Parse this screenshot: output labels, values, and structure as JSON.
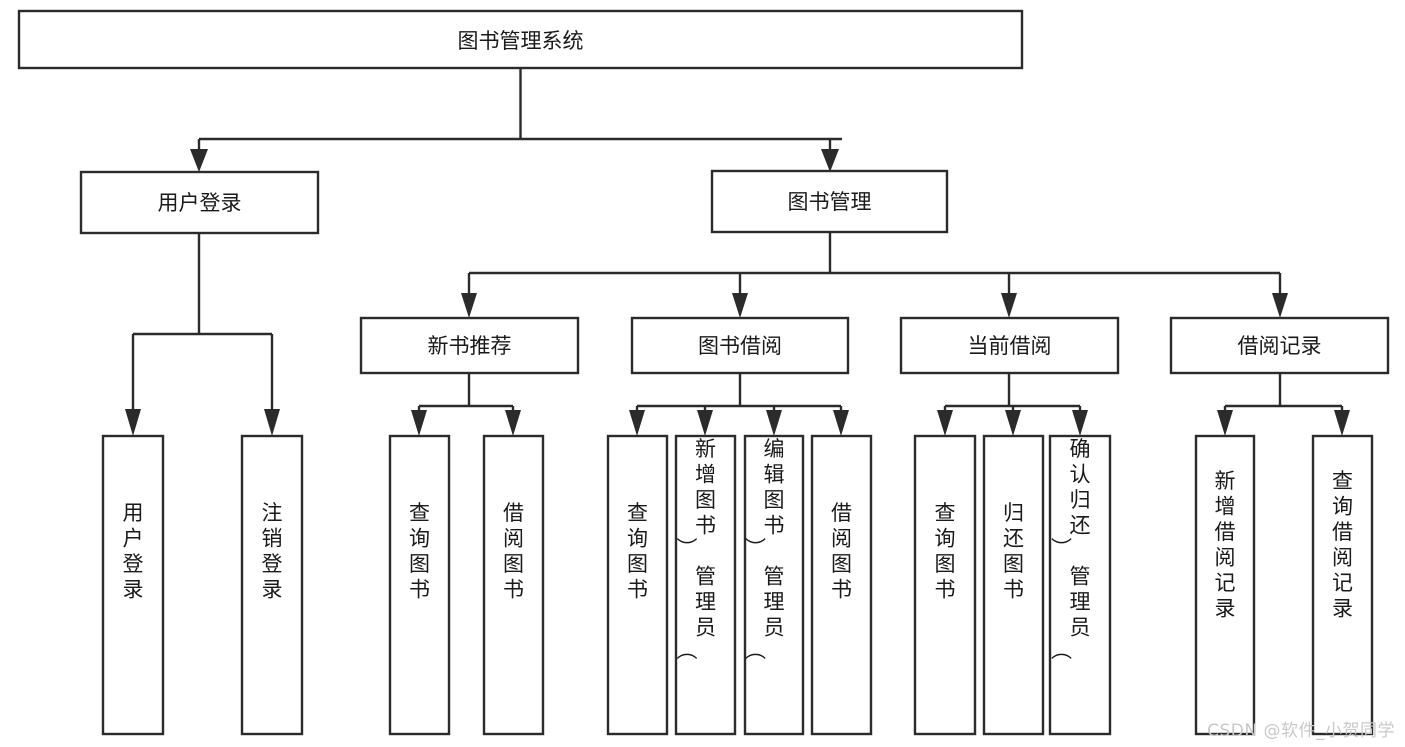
{
  "diagram": {
    "type": "tree",
    "title": "图书管理系统",
    "watermark": "CSDN @软件_小贺同学",
    "colors": {
      "stroke": "#2b2b2b",
      "fill": "#ffffff",
      "text": "#1a1a1a",
      "watermark": "#c9c9c9",
      "background": "#ffffff"
    },
    "nodes": {
      "root": "图书管理系统",
      "level2": {
        "user_login": "用户登录",
        "book_manage": "图书管理"
      },
      "level3": {
        "new_book_rec": "新书推荐",
        "book_borrow": "图书借阅",
        "current_borrow": "当前借阅",
        "borrow_record": "借阅记录"
      },
      "leaves": {
        "user_login_1": "用户登录",
        "user_login_2": "注销登录",
        "new_book_rec_1": "查询图书",
        "new_book_rec_2": "借阅图书",
        "book_borrow_1": "查询图书",
        "book_borrow_2": "新增图书（管理员）",
        "book_borrow_3": "编辑图书（管理员）",
        "book_borrow_4": "借阅图书",
        "current_borrow_1": "查询图书",
        "current_borrow_2": "归还图书",
        "current_borrow_3": "确认归还（管理员）",
        "borrow_record_1": "新增借阅记录",
        "borrow_record_2": "查询借阅记录"
      }
    }
  }
}
